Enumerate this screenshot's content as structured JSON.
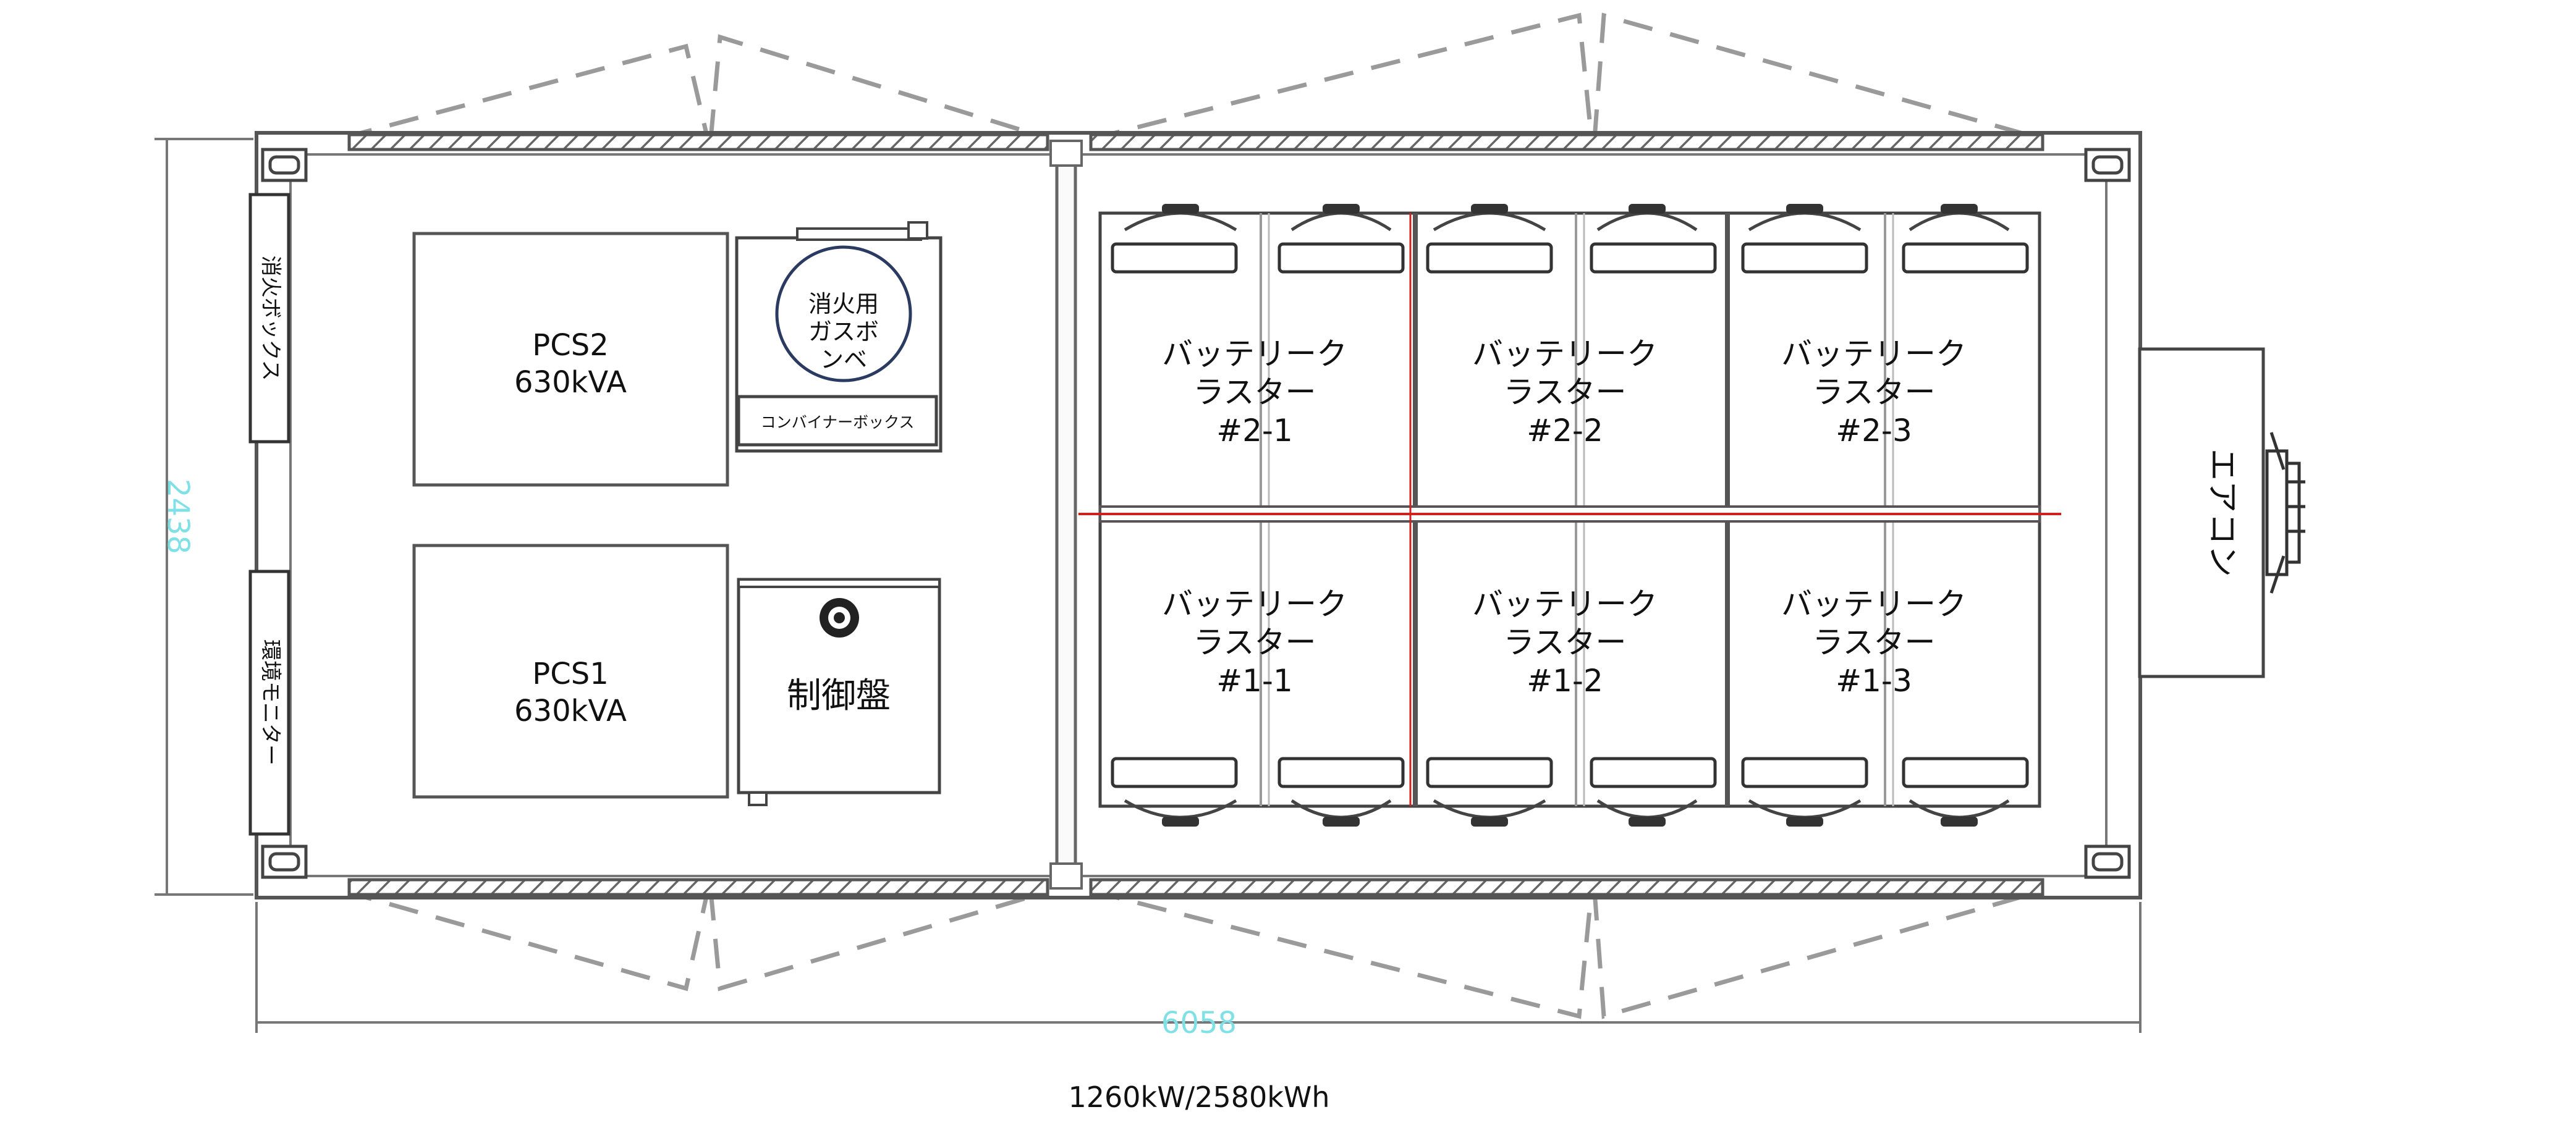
{
  "container": {
    "dim_width": "6058",
    "dim_height": "2438"
  },
  "pcs": [
    {
      "name": "PCS2",
      "rating": "630kVA"
    },
    {
      "name": "PCS1",
      "rating": "630kVA"
    }
  ],
  "gas_cylinder": {
    "lines": [
      "消火用",
      "ガスボ",
      "ンベ"
    ]
  },
  "combiner_box": "コンバイナーボックス",
  "control_panel": "制御盤",
  "fire_box": "消火ボックス",
  "env_monitor": "環境モニター",
  "aircon": "エアコン",
  "battery_clusters": [
    {
      "line1": "バッテリーク",
      "line2": "ラスター",
      "id": "#2-1"
    },
    {
      "line1": "バッテリーク",
      "line2": "ラスター",
      "id": "#2-2"
    },
    {
      "line1": "バッテリーク",
      "line2": "ラスター",
      "id": "#2-3"
    },
    {
      "line1": "バッテリーク",
      "line2": "ラスター",
      "id": "#1-1"
    },
    {
      "line1": "バッテリーク",
      "line2": "ラスター",
      "id": "#1-2"
    },
    {
      "line1": "バッテリーク",
      "line2": "ラスター",
      "id": "#1-3"
    }
  ],
  "capacity": "1260kW/2580kWh",
  "colors": {
    "dimension_text": "#7fe0e6",
    "red_line": "#d02020",
    "outline": "#555555"
  }
}
